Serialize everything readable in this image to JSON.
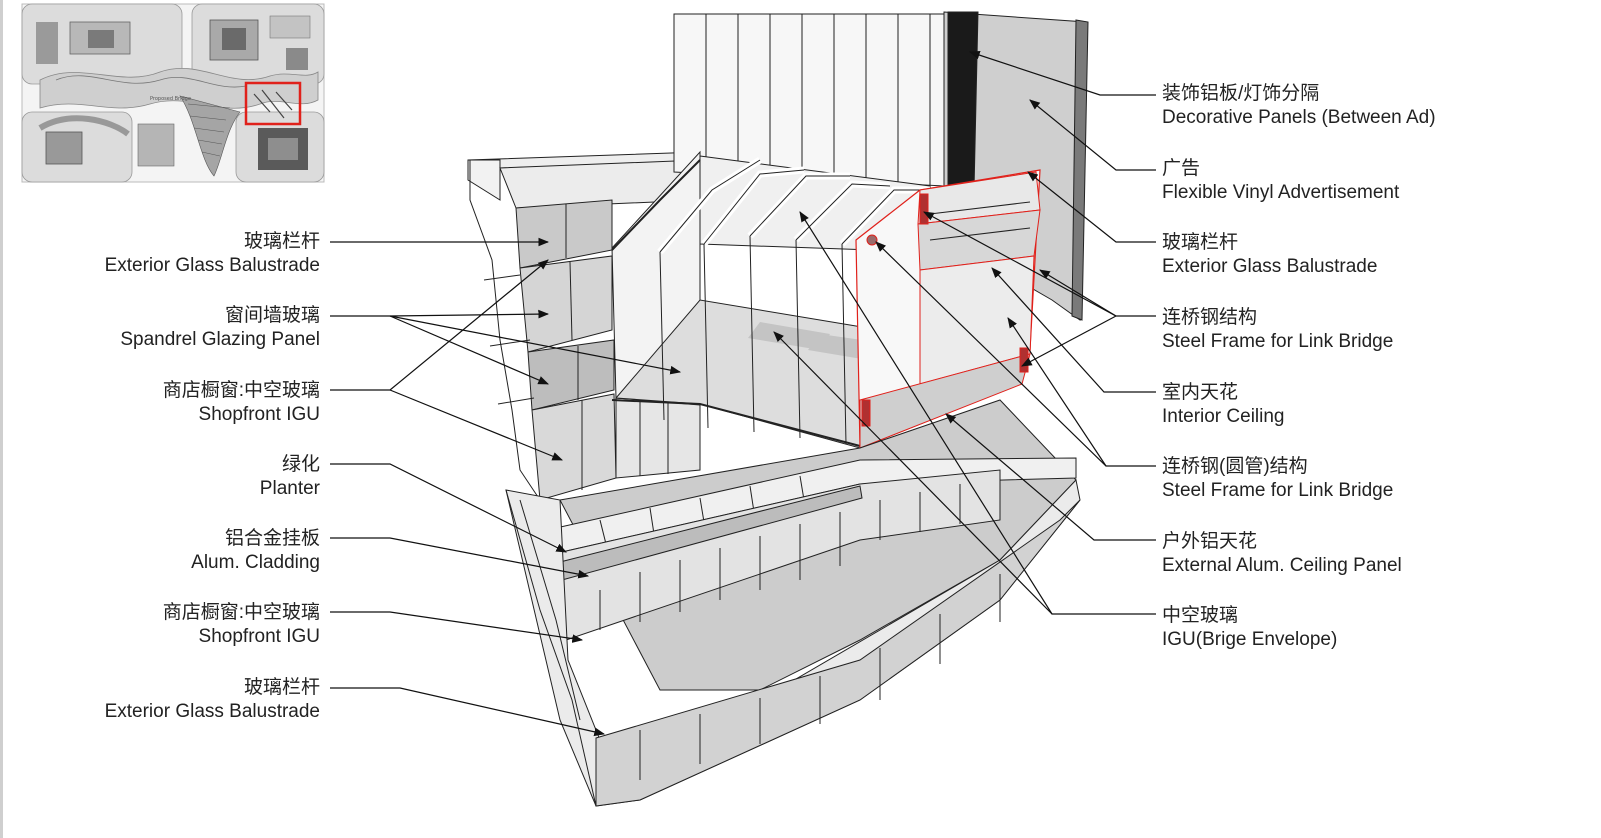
{
  "left_labels": [
    {
      "zh": "玻璃栏杆",
      "en": "Exterior Glass Balustrade"
    },
    {
      "zh": "窗间墙玻璃",
      "en": "Spandrel Glazing Panel"
    },
    {
      "zh": "商店橱窗:中空玻璃",
      "en": "Shopfront IGU"
    },
    {
      "zh": "绿化",
      "en": "Planter"
    },
    {
      "zh": "铝合金挂板",
      "en": "Alum. Cladding"
    },
    {
      "zh": "商店橱窗:中空玻璃",
      "en": "Shopfront IGU"
    },
    {
      "zh": "玻璃栏杆",
      "en": "Exterior Glass Balustrade"
    }
  ],
  "right_labels": [
    {
      "zh": "装饰铝板/灯饰分隔",
      "en": "Decorative Panels (Between Ad)"
    },
    {
      "zh": "广告",
      "en": "Flexible Vinyl Advertisement"
    },
    {
      "zh": "玻璃栏杆",
      "en": "Exterior Glass Balustrade"
    },
    {
      "zh": "连桥钢结构",
      "en": "Steel Frame for Link Bridge"
    },
    {
      "zh": "室内天花",
      "en": "Interior Ceiling"
    },
    {
      "zh": "连桥钢(圆管)结构",
      "en": "Steel Frame for Link Bridge"
    },
    {
      "zh": "户外铝天花",
      "en": "External Alum. Ceiling Panel"
    },
    {
      "zh": "中空玻璃",
      "en": "IGU(Brige Envelope)"
    }
  ],
  "keymap": {
    "label": "Proposed Bridge",
    "highlight_color": "#e0211b"
  },
  "colors": {
    "line": "#111111",
    "panel_gray": "#c9c9c9",
    "light_gray": "#e9e9e9",
    "bridge_outline": "#e0211b",
    "ad_black": "#1a1a1a"
  }
}
